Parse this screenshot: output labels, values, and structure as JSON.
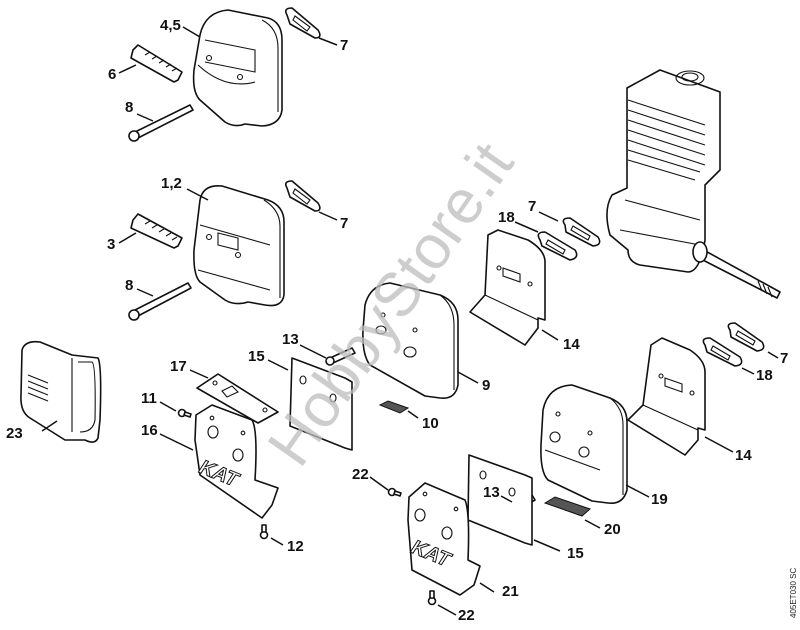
{
  "diagram": {
    "watermark": "HobbyStore.it",
    "drawing_code": "405ET030 SC",
    "kat_marking": "KAT",
    "labels": [
      {
        "id": "muffler-4-5",
        "text": "4,5"
      },
      {
        "id": "gasket-7a",
        "text": "7"
      },
      {
        "id": "spark-arrestor-6",
        "text": "6"
      },
      {
        "id": "bolt-8a",
        "text": "8"
      },
      {
        "id": "muffler-1-2",
        "text": "1,2"
      },
      {
        "id": "gasket-7b",
        "text": "7"
      },
      {
        "id": "spark-arrestor-3",
        "text": "3"
      },
      {
        "id": "bolt-8b",
        "text": "8"
      },
      {
        "id": "gasket-7c",
        "text": "7"
      },
      {
        "id": "gasket-18a",
        "text": "18"
      },
      {
        "id": "heat-shield-14a",
        "text": "14"
      },
      {
        "id": "muffler-9",
        "text": "9"
      },
      {
        "id": "screw-13a",
        "text": "13"
      },
      {
        "id": "plate-15a",
        "text": "15"
      },
      {
        "id": "screen-10",
        "text": "10"
      },
      {
        "id": "plate-17",
        "text": "17"
      },
      {
        "id": "screw-11",
        "text": "11"
      },
      {
        "id": "cover-16",
        "text": "16"
      },
      {
        "id": "screw-12",
        "text": "12"
      },
      {
        "id": "deflector-23",
        "text": "23"
      },
      {
        "id": "gasket-7d",
        "text": "7"
      },
      {
        "id": "gasket-18b",
        "text": "18"
      },
      {
        "id": "heat-shield-14b",
        "text": "14"
      },
      {
        "id": "screw-13b",
        "text": "13"
      },
      {
        "id": "muffler-19",
        "text": "19"
      },
      {
        "id": "screen-20",
        "text": "20"
      },
      {
        "id": "plate-15b",
        "text": "15"
      },
      {
        "id": "screw-22a",
        "text": "22"
      },
      {
        "id": "cover-21",
        "text": "21"
      },
      {
        "id": "screw-22b",
        "text": "22"
      }
    ]
  }
}
